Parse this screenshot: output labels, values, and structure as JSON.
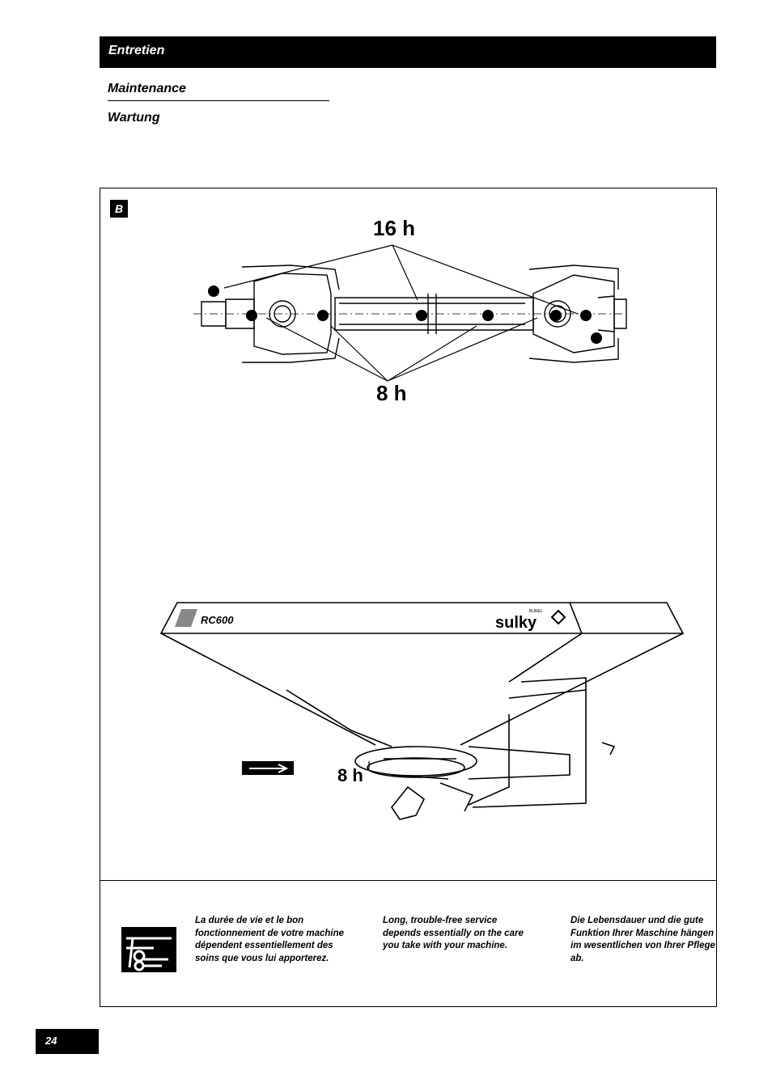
{
  "header": {
    "section_title": "Entretien",
    "subtitle_en": "Maintenance",
    "subtitle_de": "Wartung"
  },
  "figure": {
    "label": "B",
    "shaft_interval_top": "16 h",
    "shaft_interval_bottom": "8 h",
    "spreader_interval": "8 h",
    "model_badge": "RC600",
    "brand": "sulky",
    "brand_super": "BUREL"
  },
  "notes": {
    "fr": "La durée de vie et le bon fonctionnement de votre machine dépendent essentiellement des soins que vous lui apporterez.",
    "en": "Long, trouble-free service depends essentially on the care you take with your machine.",
    "de": "Die Lebensdauer und die gute Funktion Ihrer Maschine hängen im wesentlichen von Ihrer Pflege ab."
  },
  "footer": {
    "page_number": "24"
  }
}
